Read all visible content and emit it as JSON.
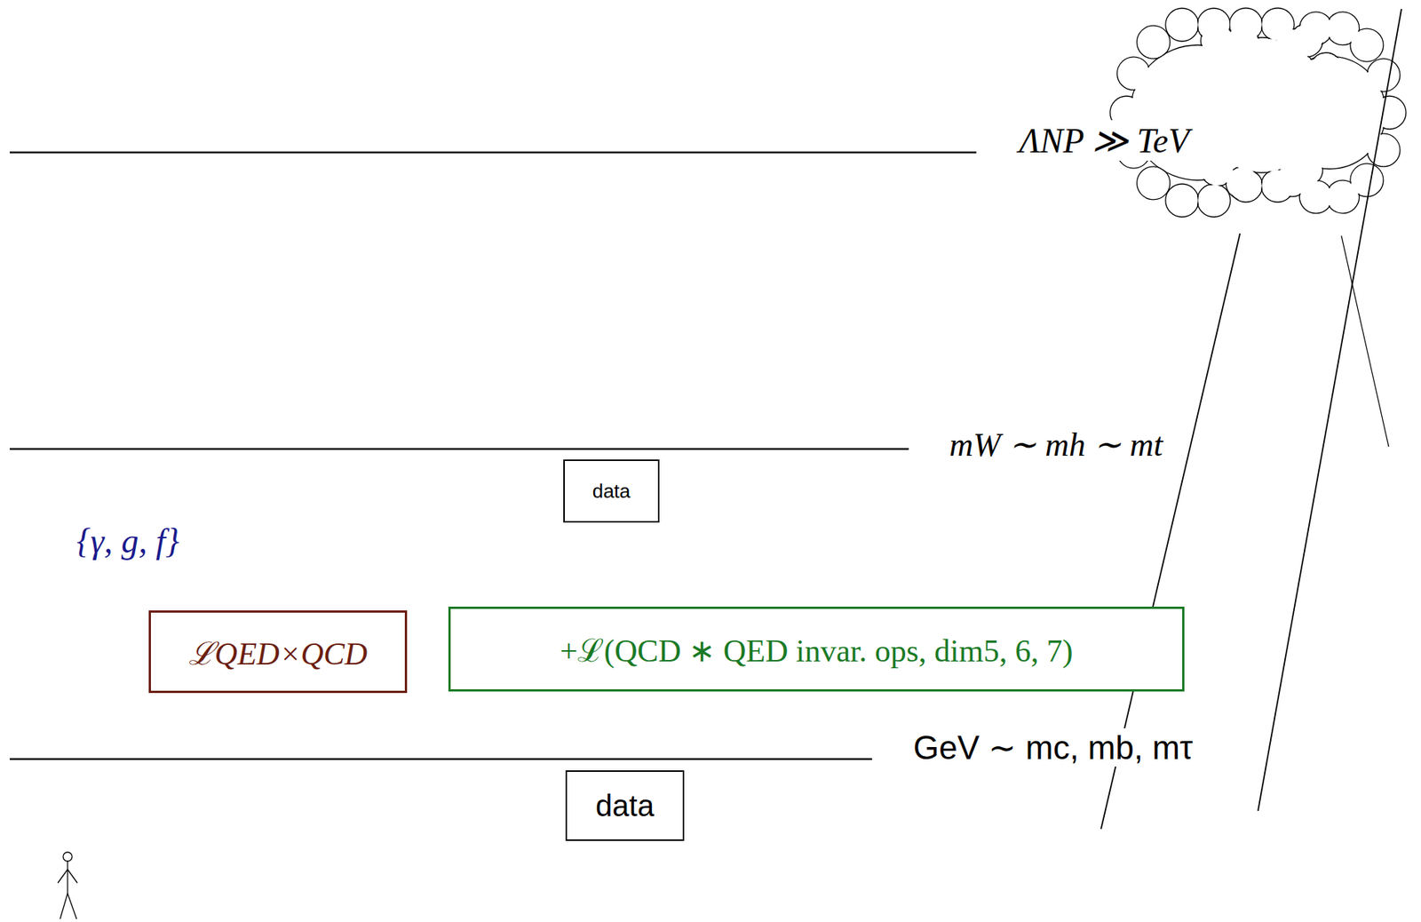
{
  "diagram": {
    "nodes": [
      {
        "text": [
          "data"
        ]
      },
      {
        "text": [
          "ℒQED×QCD"
        ]
      },
      {
        "text": [
          "+ℒ(QCD ∗ QED invar. ops, dim5, 6, 7)"
        ]
      },
      {
        "text": [
          "data"
        ]
      }
    ],
    "labels": [
      "ΛNP ≫ TeV",
      "mW ∼ mh ∼ mt",
      "{γ, g, f}",
      "GeV ∼ mc, mb, mτ"
    ]
  }
}
